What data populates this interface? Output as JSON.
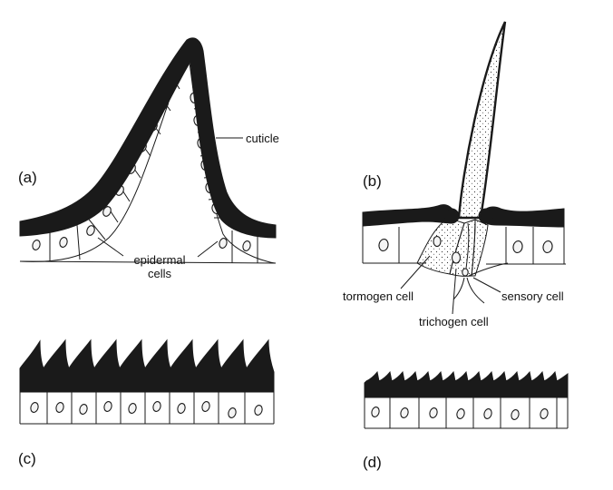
{
  "figure": {
    "panels": [
      {
        "id": "a",
        "label": "(a)"
      },
      {
        "id": "b",
        "label": "(b)"
      },
      {
        "id": "c",
        "label": "(c)"
      },
      {
        "id": "d",
        "label": "(d)"
      }
    ],
    "annotations": {
      "cuticle": "cuticle",
      "epidermal_line1": "epidermal",
      "epidermal_line2": "cells",
      "tormogen": "tormogen cell",
      "trichogen": "trichogen cell",
      "sensory": "sensory cell"
    },
    "colors": {
      "ink": "#1a1a1a",
      "background": "#ffffff"
    }
  }
}
